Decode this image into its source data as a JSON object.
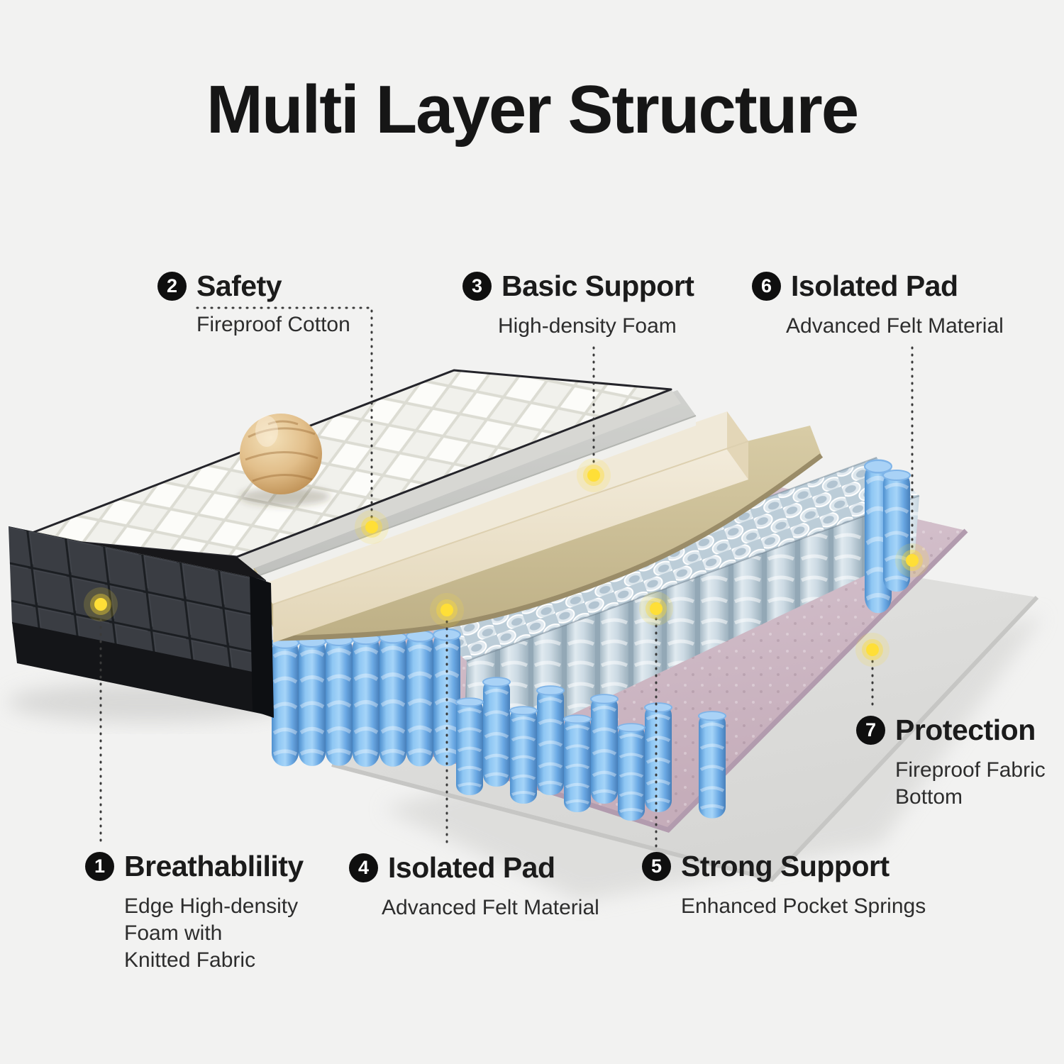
{
  "title": "Multi Layer Structure",
  "colors": {
    "background": "#f2f2f1",
    "accent_dot": "#ffdf37",
    "badge": "#0f0f0f",
    "heading_text": "#1b1b1b",
    "body_text": "#2d2d2d",
    "spring_blue": "#6fb0ea",
    "spring_pale": "#ccd9e2",
    "foam_cream": "#efe8d8",
    "felt_tan": "#d0c29b",
    "felt_pink": "#d2bfcc",
    "fabric_gray": "#dfdfdd",
    "side_panel_dark": "#383b41"
  },
  "callouts": [
    {
      "number": "1",
      "label": "Breathablility",
      "description": "Edge High-density\nFoam with\nKnitted Fabric"
    },
    {
      "number": "2",
      "label": "Safety",
      "description": "Fireproof Cotton"
    },
    {
      "number": "3",
      "label": "Basic Support",
      "description": "High-density Foam"
    },
    {
      "number": "4",
      "label": "Isolated Pad",
      "description": "Advanced Felt Material"
    },
    {
      "number": "5",
      "label": "Strong Support",
      "description": "Enhanced Pocket Springs"
    },
    {
      "number": "6",
      "label": "Isolated Pad",
      "description": "Advanced Felt Material"
    },
    {
      "number": "7",
      "label": "Protection",
      "description": "Fireproof Fabric\nBottom"
    }
  ]
}
